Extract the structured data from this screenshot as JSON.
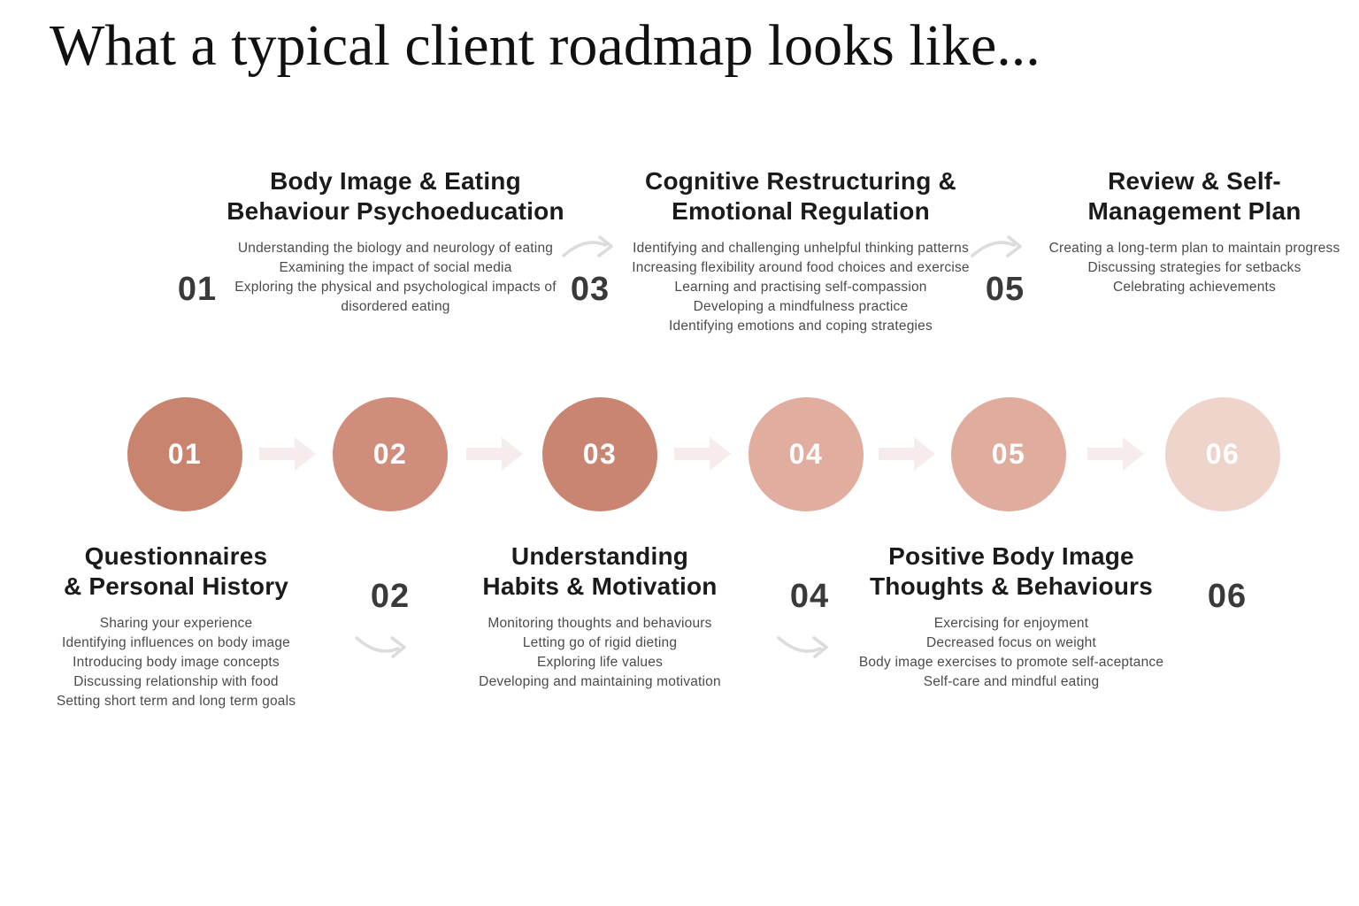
{
  "page": {
    "title": "What a typical client roadmap looks like..."
  },
  "colors": {
    "background": "#ffffff",
    "block_arrow": "#f7ecec",
    "curved_arrow": "#d9d9d9",
    "big_number_text": "#3a3a3a",
    "heading_text": "#1b1b1b",
    "body_text": "#4b4b4b",
    "circle_number_text": "#ffffff"
  },
  "steps": [
    {
      "num": "01",
      "circle_color": "#c8846f",
      "text_position": "bottom",
      "heading": "Questionnaires\n& Personal History",
      "items": [
        "Sharing your experience",
        "Identifying influences on body image",
        "Introducing body image concepts",
        "Discussing relationship with food",
        "Setting short term and long term goals"
      ]
    },
    {
      "num": "02",
      "circle_color": "#d08d7c",
      "text_position": "top",
      "heading": "Body Image & Eating\nBehaviour Psychoeducation",
      "items": [
        "Understanding the biology and neurology of eating",
        "Examining the impact of social media",
        "Exploring the physical and psychological impacts of disordered eating"
      ]
    },
    {
      "num": "03",
      "circle_color": "#c98571",
      "text_position": "bottom",
      "heading": "Understanding\nHabits & Motivation",
      "items": [
        "Monitoring thoughts and behaviours",
        "Letting go of rigid dieting",
        "Exploring life values",
        "Developing and maintaining motivation"
      ]
    },
    {
      "num": "04",
      "circle_color": "#e1ad9f",
      "text_position": "top",
      "heading": "Cognitive Restructuring &\nEmotional Regulation",
      "items": [
        "Identifying and challenging unhelpful thinking patterns",
        "Increasing flexibility around food choices and exercise",
        "Learning and practising self-compassion",
        "Developing a mindfulness practice",
        "Identifying emotions and coping strategies"
      ]
    },
    {
      "num": "05",
      "circle_color": "#e0ac9d",
      "text_position": "bottom",
      "heading": "Positive Body Image\nThoughts & Behaviours",
      "items": [
        "Exercising for enjoyment",
        "Decreased focus on weight",
        "Body image exercises to promote self-aceptance",
        "Self-care and mindful eating"
      ]
    },
    {
      "num": "06",
      "circle_color": "#efd4cc",
      "text_position": "top",
      "heading": "Review & Self-\nManagement Plan",
      "items": [
        "Creating a long-term plan to maintain progress",
        "Discussing strategies for setbacks",
        "Celebrating achievements"
      ]
    }
  ]
}
